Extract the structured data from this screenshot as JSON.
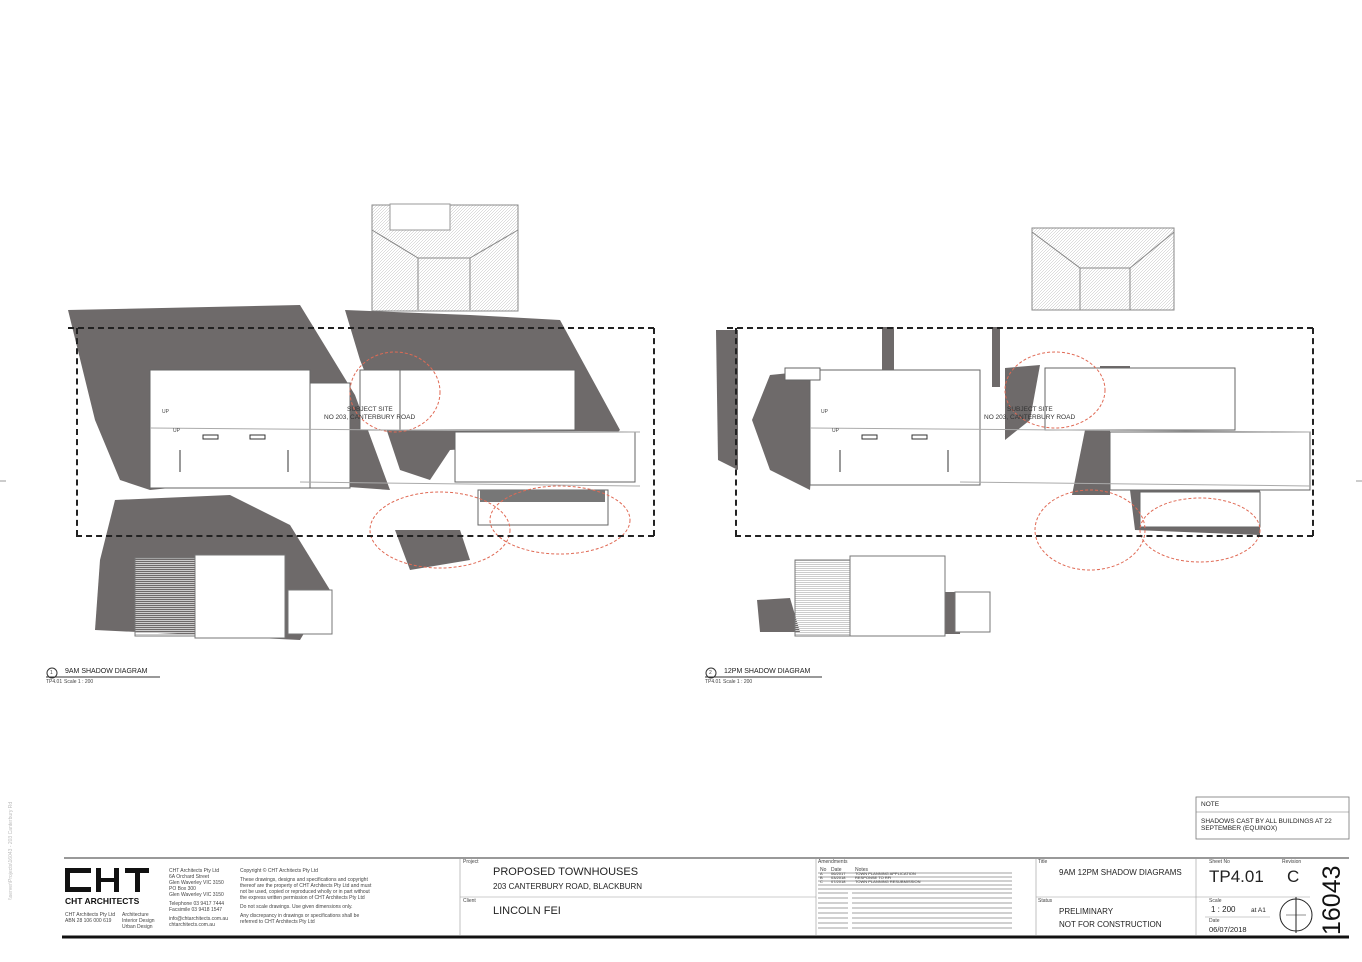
{
  "diagrams": [
    {
      "number": "1",
      "title": "9AM SHADOW DIAGRAM",
      "ref": "TP4.01",
      "scale": "Scale 1 : 200",
      "site_label": "SUBJECT SITE",
      "site_address": "NO 203, CANTERBURY ROAD",
      "up_labels": [
        "UP",
        "UP"
      ]
    },
    {
      "number": "2",
      "title": "12PM SHADOW DIAGRAM",
      "ref": "TP4.01",
      "scale": "Scale 1 : 200",
      "site_label": "SUBJECT SITE",
      "site_address": "NO 203, CANTERBURY ROAD",
      "up_labels": [
        "UP",
        "UP"
      ]
    }
  ],
  "note": {
    "heading": "NOTE",
    "text_line1": "SHADOWS CAST BY ALL BUILDINGS AT 22",
    "text_line2": "SEPTEMBER (EQUINOX)"
  },
  "titleblock": {
    "firm_name": "CHT ARCHITECTS",
    "firm_sub1": "CHT Architects Pty Ltd",
    "firm_sub2": "ABN 28 106 000 619",
    "services": [
      "Architecture",
      "Interior Design",
      "Urban Design"
    ],
    "address_lines": [
      "CHT Architects Pty Ltd",
      "6A Orchard Street",
      "Glen Waverley VIC 3150",
      "PO Box 300",
      "Glen Waverley VIC 3150"
    ],
    "phone": "Telephone 03 9417 7444",
    "fax": "Facsimile 03 9418 1547",
    "email": "info@chtarchitects.com.au",
    "web": "chtarchitects.com.au",
    "copyright_lines": [
      "Copyright © CHT Architects Pty Ltd",
      "These drawings, designs and specifications and copyright",
      "thereof are the property of CHT Architects Pty Ltd and must",
      "not be used, copied or reproduced wholly or in part without",
      "the express written permission of CHT Architects Pty Ltd",
      "Do not scale drawings. Use given dimensions only.",
      "Any discrepancy in drawings or specifications shall be",
      "referred to CHT Architects Pty Ltd"
    ],
    "project_label": "Project",
    "project_title": "PROPOSED TOWNHOUSES",
    "project_address": "203 CANTERBURY ROAD, BLACKBURN",
    "client_label": "Client",
    "client_name": "LINCOLN FEI",
    "amendments_label": "Amendments",
    "amend_headers": [
      "No",
      "Date",
      "Notes"
    ],
    "amendments": [
      {
        "no": "A",
        "date": "06/2017",
        "notes": "TOWN PLANNING APPLICATION"
      },
      {
        "no": "B",
        "date": "03/2018",
        "notes": "RESPONSE TO RFI"
      },
      {
        "no": "C",
        "date": "07/2018",
        "notes": "TOWN PLANNING RESUBMISSION"
      }
    ],
    "title_label": "Title",
    "sheet_title": "9AM 12PM SHADOW DIAGRAMS",
    "status_label": "Status",
    "status_line1": "PRELIMINARY",
    "status_line2": "NOT FOR CONSTRUCTION",
    "sheet_no_label": "Sheet No",
    "sheet_no": "TP4.01",
    "revision_label": "Revision",
    "revision": "C",
    "scale_label": "Scale",
    "scale": "1 : 200",
    "paper": "at A1",
    "date_label": "Date",
    "date": "06/07/2018",
    "job_no": "16043"
  },
  "margin_text": "\\\\server\\Projects\\16043 - 203 Canterbury Rd"
}
